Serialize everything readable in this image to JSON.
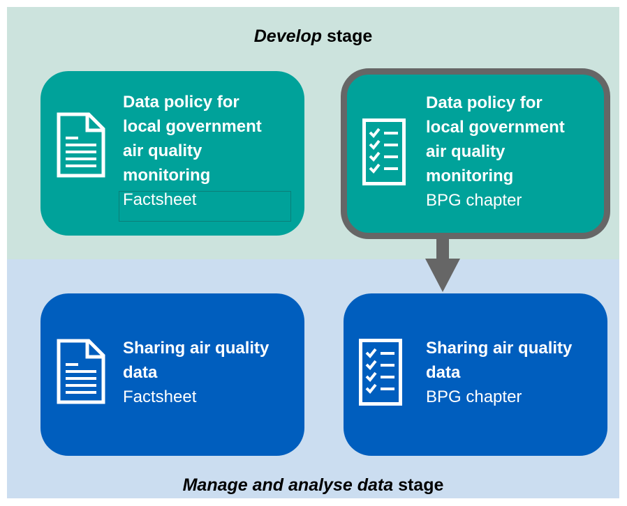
{
  "stages": {
    "develop": {
      "title_em": "Develop",
      "title_rest": " stage"
    },
    "manage": {
      "title_em": "Manage and analyse data",
      "title_rest": " stage"
    }
  },
  "cards": [
    {
      "title": [
        "Data policy for",
        "local government",
        "air quality",
        "monitoring"
      ],
      "subtitle": "Factsheet",
      "icon": "document-icon",
      "color": "#00a29a"
    },
    {
      "title": [
        "Data policy for",
        "local government",
        "air quality",
        "monitoring"
      ],
      "subtitle": "BPG chapter",
      "icon": "checklist-icon",
      "color": "#00a29a",
      "highlighted": true
    },
    {
      "title": [
        "Sharing air quality",
        "data"
      ],
      "subtitle": "Factsheet",
      "icon": "document-icon",
      "color": "#005ebe"
    },
    {
      "title": [
        "Sharing air quality",
        "data"
      ],
      "subtitle": "BPG chapter",
      "icon": "checklist-icon",
      "color": "#005ebe"
    }
  ],
  "colors": {
    "develop_bg": "#cce3dd",
    "manage_bg": "#cbddf0",
    "teal": "#00a29a",
    "blue": "#005ebe",
    "highlight_border": "#666666"
  }
}
